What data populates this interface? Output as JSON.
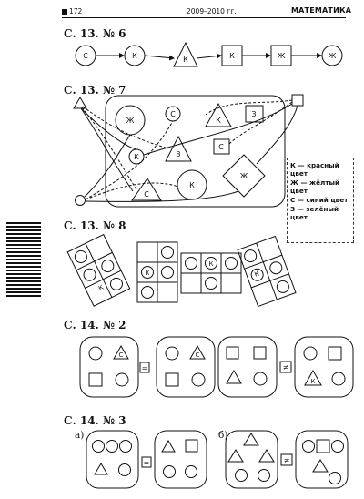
{
  "header": {
    "page": "172",
    "years": "2009–2010 гг.",
    "subject": "МАТЕМАТИКА"
  },
  "sections": {
    "s1": "С. 13. № 6",
    "s2": "С. 13. № 7",
    "s3": "С. 13. № 8",
    "s4": "С. 14. № 2",
    "s5": "С. 14. № 3"
  },
  "sub_a": "а)",
  "sub_b": "б)",
  "letters": {
    "s": "С",
    "k": "К",
    "zh": "Ж",
    "z": "З"
  },
  "signs": {
    "eq": "=",
    "neq": "≠"
  },
  "legend": [
    {
      "key": "К",
      "text": "— красный цвет"
    },
    {
      "key": "Ж",
      "text": "— жёлтый цвет"
    },
    {
      "key": "С",
      "text": "— синий цвет"
    },
    {
      "key": "З",
      "text": "— зелёный цвет"
    }
  ]
}
